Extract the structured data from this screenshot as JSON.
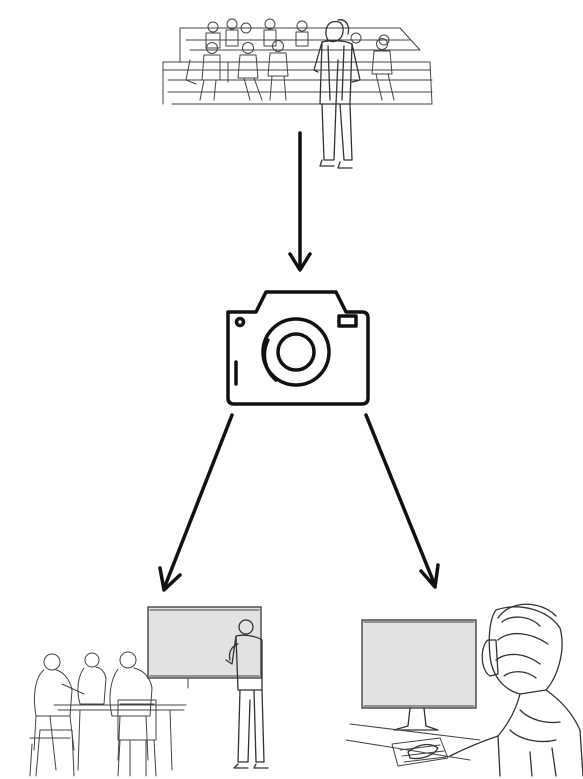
{
  "diagram": {
    "nodes": [
      {
        "id": "lecture",
        "icon": "lecture-hall-icon"
      },
      {
        "id": "camera",
        "icon": "camera-icon"
      },
      {
        "id": "classroom",
        "icon": "classroom-discussion-icon"
      },
      {
        "id": "computer",
        "icon": "computer-viewer-icon"
      }
    ],
    "edges": [
      {
        "from": "lecture",
        "to": "camera"
      },
      {
        "from": "camera",
        "to": "classroom"
      },
      {
        "from": "camera",
        "to": "computer"
      }
    ],
    "colors": {
      "stroke": "#111111",
      "sketch": "#444444",
      "screen_fill": "#e2e2e2",
      "background": "#ffffff"
    }
  }
}
